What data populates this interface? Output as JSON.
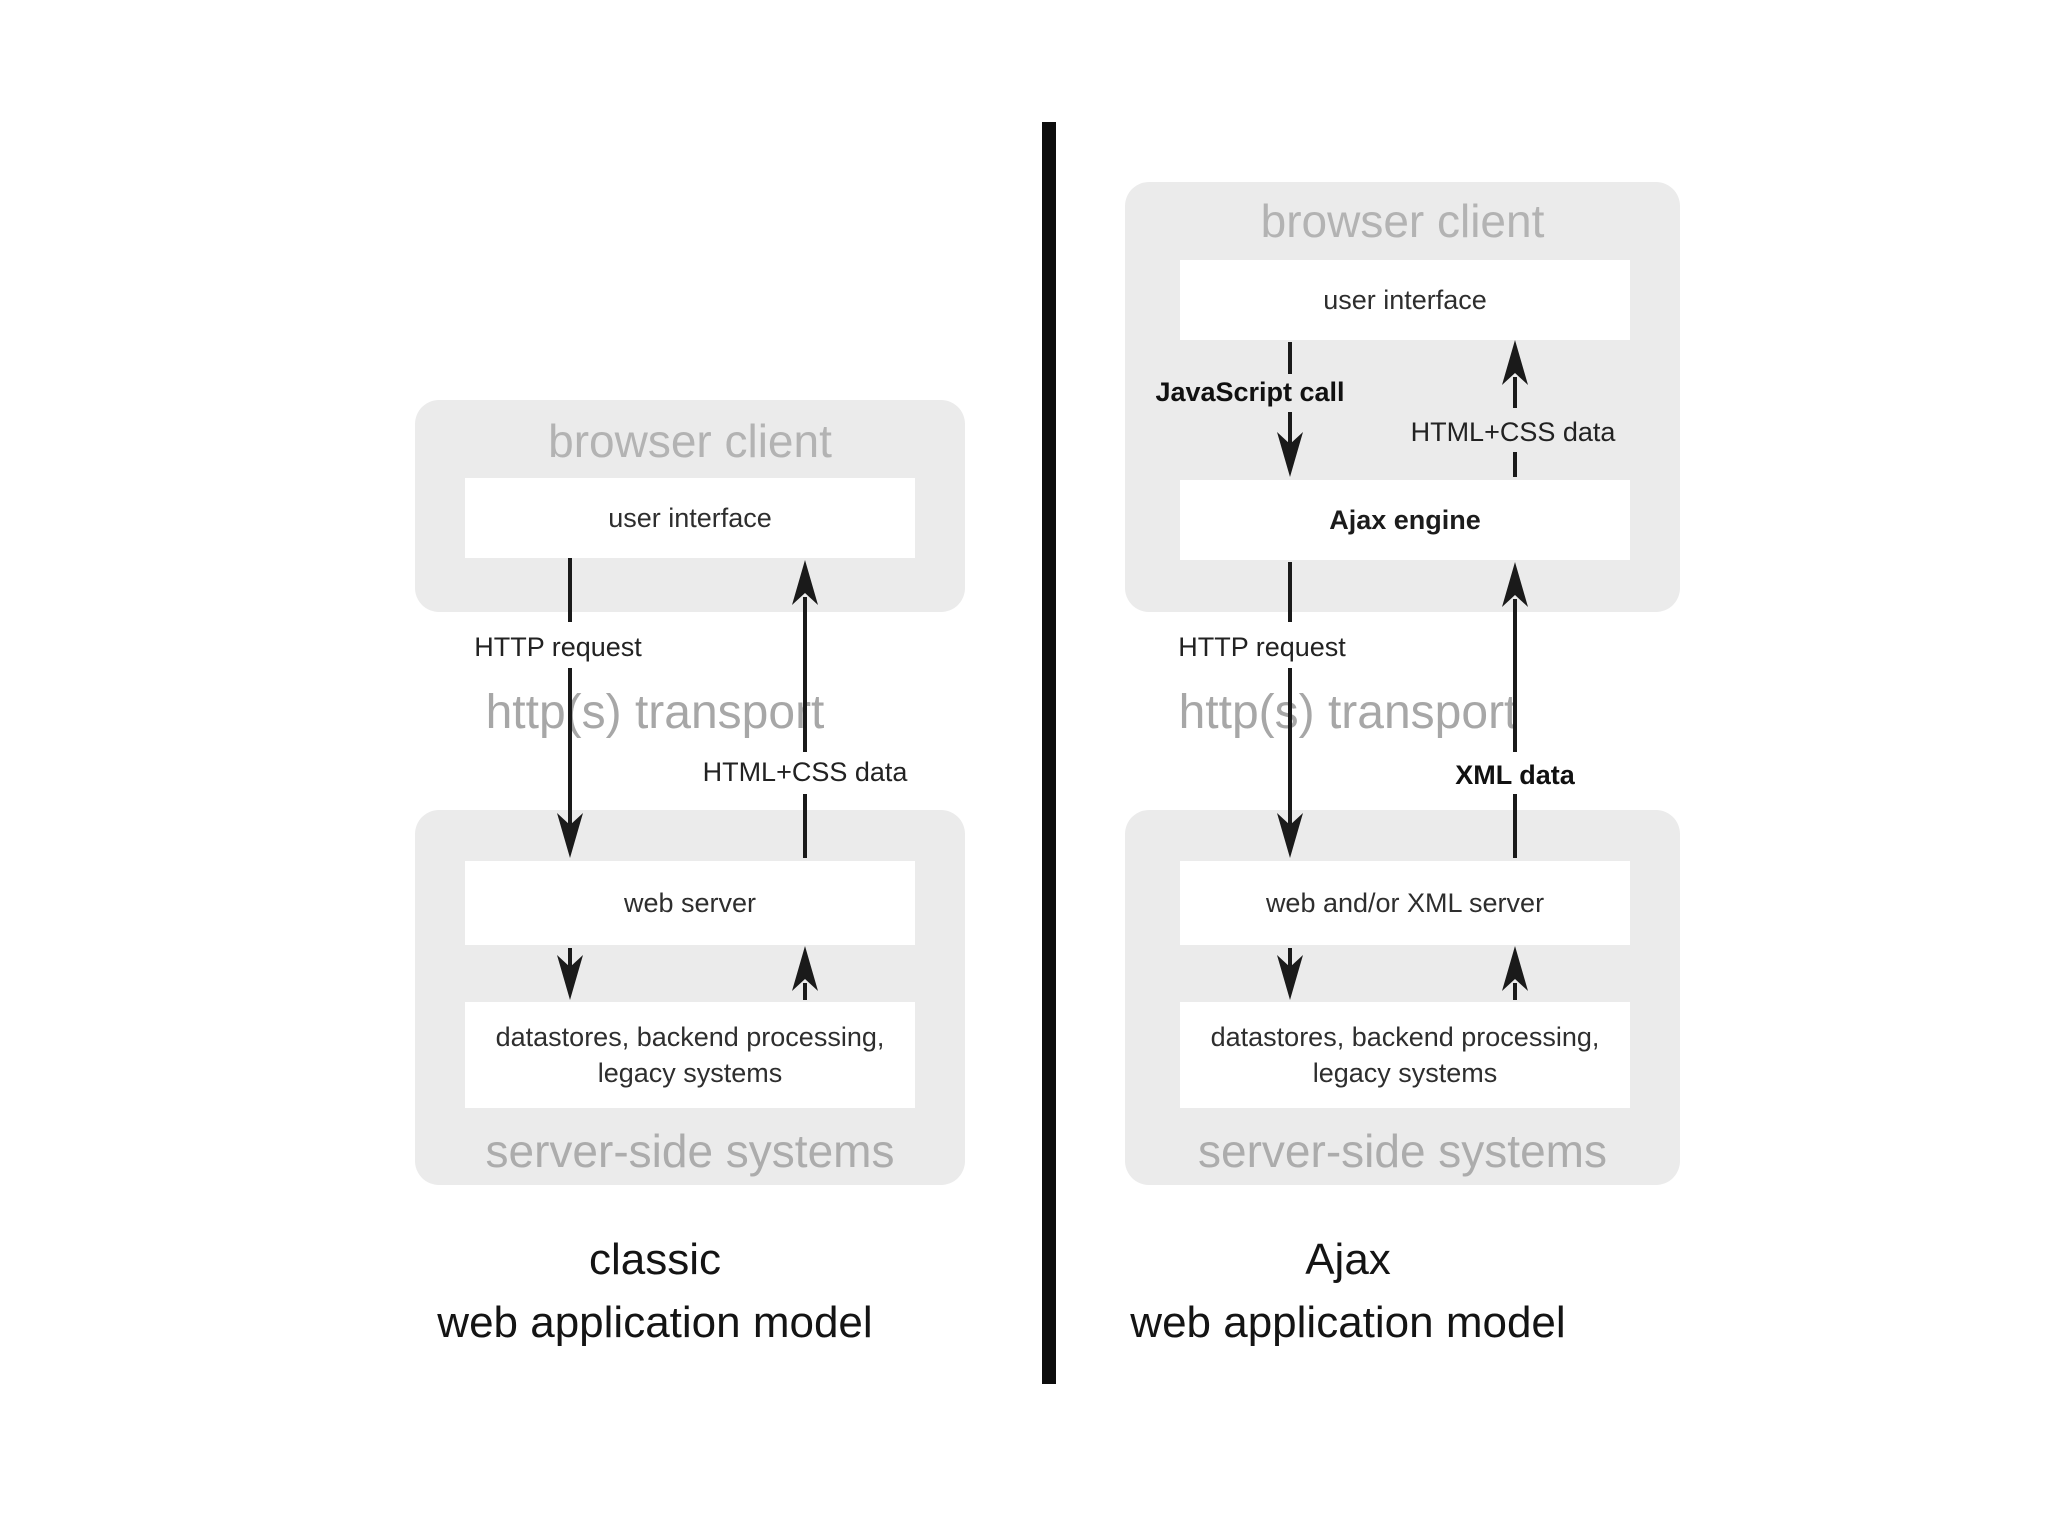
{
  "colors": {
    "background": "#ffffff",
    "panel_gray": "#ebebeb",
    "panel_heading_gray": "#b3b3b3",
    "transport_gray": "#a7a7a7",
    "server_heading_gray": "#acacac",
    "arrow_black": "#1a1a1a",
    "divider_black": "#0d0d0d",
    "title_black": "#141414"
  },
  "left_model": {
    "browser_heading": "browser client",
    "user_interface": "user interface",
    "http_request": "HTTP request",
    "transport": "http(s) transport",
    "response_data": "HTML+CSS data",
    "web_server": "web server",
    "datastores": "datastores, backend processing, legacy systems",
    "server_heading": "server-side systems",
    "title_line1": "classic",
    "title_line2": "web application model"
  },
  "right_model": {
    "browser_heading": "browser client",
    "user_interface": "user interface",
    "javascript_call": "JavaScript call",
    "ui_response_data": "HTML+CSS data",
    "ajax_engine": "Ajax engine",
    "http_request": "HTTP request",
    "transport": "http(s) transport",
    "response_data": "XML data",
    "web_server": "web and/or XML server",
    "datastores": "datastores, backend processing, legacy systems",
    "server_heading": "server-side systems",
    "title_line1": "Ajax",
    "title_line2": "web application model"
  }
}
